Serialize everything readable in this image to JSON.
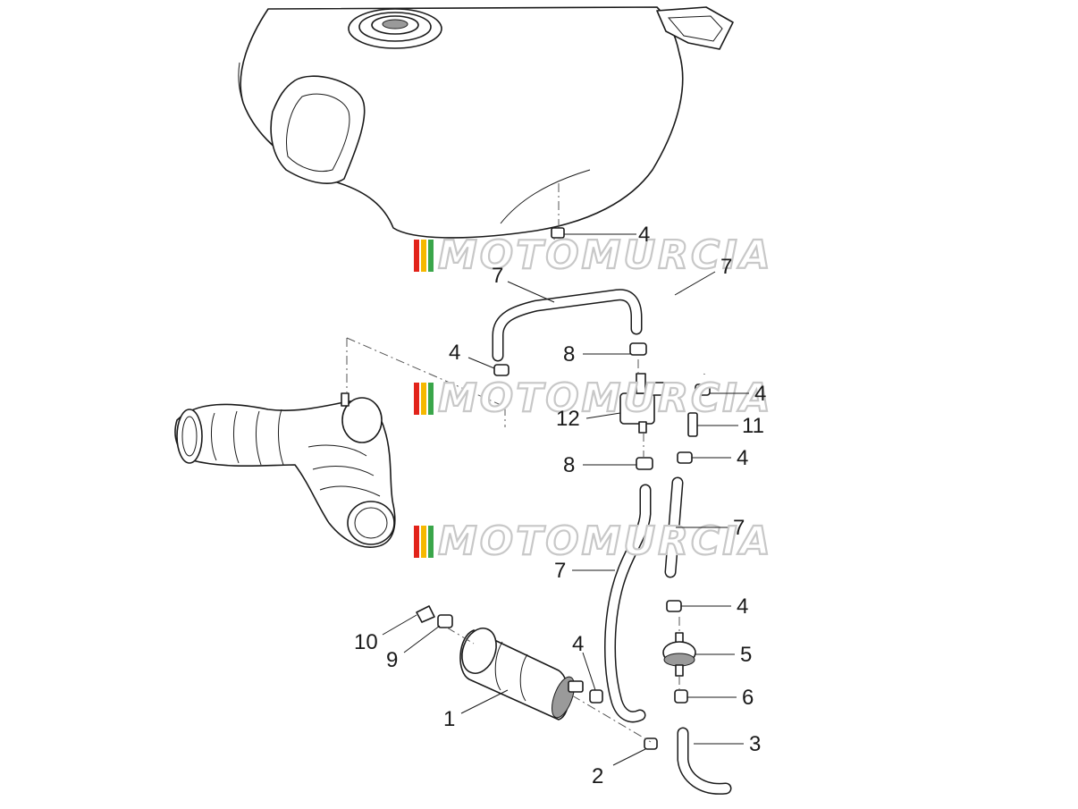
{
  "watermark": {
    "text": "MOTOMURCIA",
    "stripe_colors": [
      "#e2231a",
      "#f6b800",
      "#3aa64a"
    ]
  },
  "callouts": [
    {
      "id": "tank-4",
      "label": "4"
    },
    {
      "id": "hose-7-left",
      "label": "7"
    },
    {
      "id": "hose-7-right",
      "label": "7"
    },
    {
      "id": "clamp-4-left",
      "label": "4"
    },
    {
      "id": "clamp-8-top",
      "label": "8"
    },
    {
      "id": "clamp-4-right-top",
      "label": "4"
    },
    {
      "id": "valve-12",
      "label": "12"
    },
    {
      "id": "fitting-11",
      "label": "11"
    },
    {
      "id": "clamp-8-bottom",
      "label": "8"
    },
    {
      "id": "clamp-4-right-mid",
      "label": "4"
    },
    {
      "id": "hose-7-mid-right",
      "label": "7"
    },
    {
      "id": "hose-7-mid-left",
      "label": "7"
    },
    {
      "id": "clamp-4-right-low",
      "label": "4"
    },
    {
      "id": "clip-10",
      "label": "10"
    },
    {
      "id": "clamp-9",
      "label": "9"
    },
    {
      "id": "clamp-4-canister",
      "label": "4"
    },
    {
      "id": "valve-5",
      "label": "5"
    },
    {
      "id": "clamp-6",
      "label": "6"
    },
    {
      "id": "canister-1",
      "label": "1"
    },
    {
      "id": "hose-3",
      "label": "3"
    },
    {
      "id": "cap-2",
      "label": "2"
    }
  ]
}
